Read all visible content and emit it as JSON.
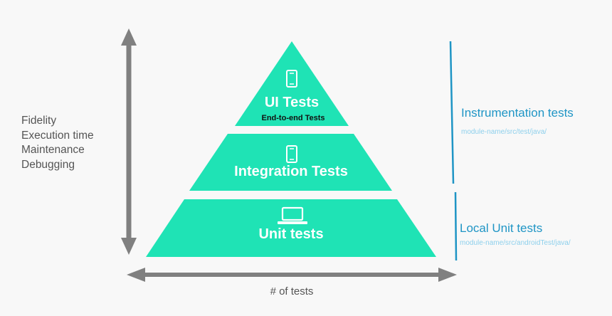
{
  "colors": {
    "pyramid_fill": "#1fe3b5",
    "arrow": "#808080",
    "accent_blue": "#1f95c5",
    "path_blue": "#8ed0ec",
    "background": "#f8f8f8"
  },
  "left_metrics": [
    "Fidelity",
    "Execution time",
    "Maintenance",
    "Debugging"
  ],
  "pyramid": {
    "top": {
      "title": "UI Tests",
      "subtitle": "End-to-end Tests",
      "icon": "smartphone-icon"
    },
    "middle": {
      "title": "Integration Tests",
      "icon": "smartphone-icon"
    },
    "bottom": {
      "title": "Unit tests",
      "icon": "laptop-icon"
    }
  },
  "right_groups": {
    "instrumentation": {
      "title": "Instrumentation tests",
      "path": "module-name/src/test/java/"
    },
    "local": {
      "title": "Local Unit tests",
      "path": "module-name/src/androidTest/java/"
    }
  },
  "x_axis_label": "# of tests"
}
